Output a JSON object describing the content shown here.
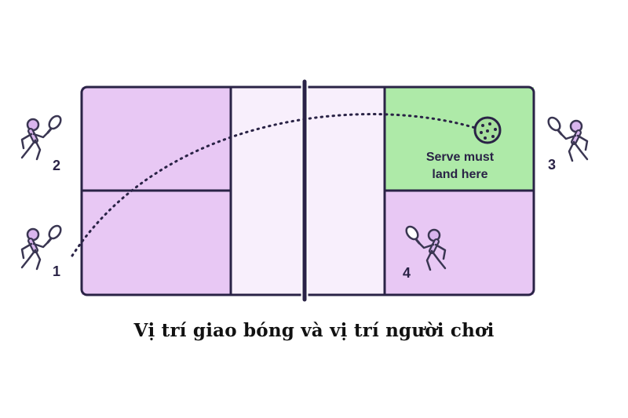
{
  "zones": {
    "serve_target": {
      "line1": "Serve must",
      "line2": "land here"
    }
  },
  "players": [
    {
      "number": "1"
    },
    {
      "number": "2"
    },
    {
      "number": "3"
    },
    {
      "number": "4"
    }
  ],
  "caption": "Vị trí giao bóng và vị trí người chơi",
  "colors": {
    "court_fill": "#e8c8f4",
    "kitchen_fill": "#f8effc",
    "serve_zone_fill": "#aeeaa8",
    "outline": "#2a2346",
    "player_stroke": "#3a3652",
    "player_fill": "#d9b5ee",
    "ball": "#a7e09e"
  },
  "icons": [
    "player-serving-icon",
    "pickleball-icon",
    "net-icon"
  ]
}
